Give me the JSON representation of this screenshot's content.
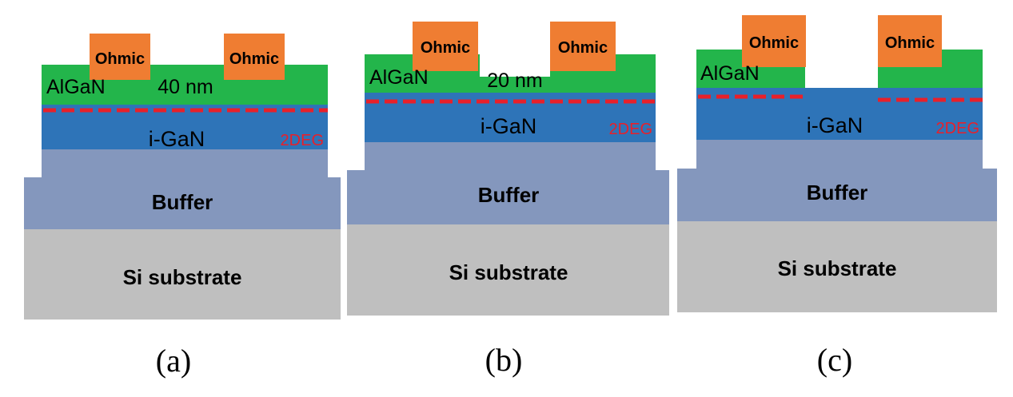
{
  "colors": {
    "substrate": "#bfbfbf",
    "buffer": "#8497bd",
    "gan": "#2e74b8",
    "algan": "#23b54b",
    "ohmic": "#ef7d32",
    "twodeg": "#e8202a"
  },
  "labels": {
    "ohmic": "Ohmic",
    "algan": "AlGaN",
    "gan": "i-GaN",
    "twodeg": "2DEG",
    "buffer": "Buffer",
    "substrate": "Si substrate"
  },
  "panels": [
    {
      "caption": "(a)",
      "thickness": "40 nm"
    },
    {
      "caption": "(b)",
      "thickness": "20 nm"
    },
    {
      "caption": "(c)",
      "thickness": ""
    }
  ]
}
